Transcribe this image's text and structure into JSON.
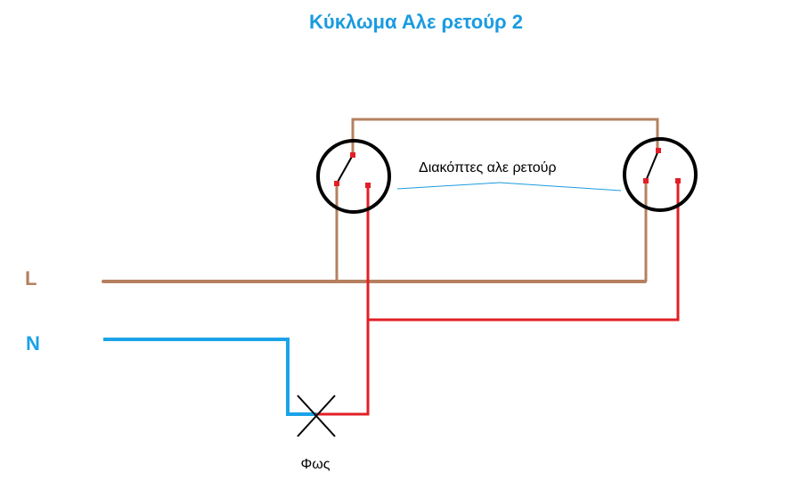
{
  "title": "Κύκλωμα Αλε ρετούρ 2",
  "labels": {
    "line": "L",
    "neutral": "N",
    "switches": "Διακόπτες αλε ρετούρ",
    "lamp": "Φως"
  },
  "colors": {
    "title": "#1a9be0",
    "line_wire": "#b5805f",
    "neutral_wire": "#1aa3e8",
    "traveler_wire": "#e21f26",
    "switch_body": "#000000",
    "terminal": "#e21f26",
    "annotation": "#1a9be0",
    "lamp": "#000000",
    "text": "#000000"
  }
}
